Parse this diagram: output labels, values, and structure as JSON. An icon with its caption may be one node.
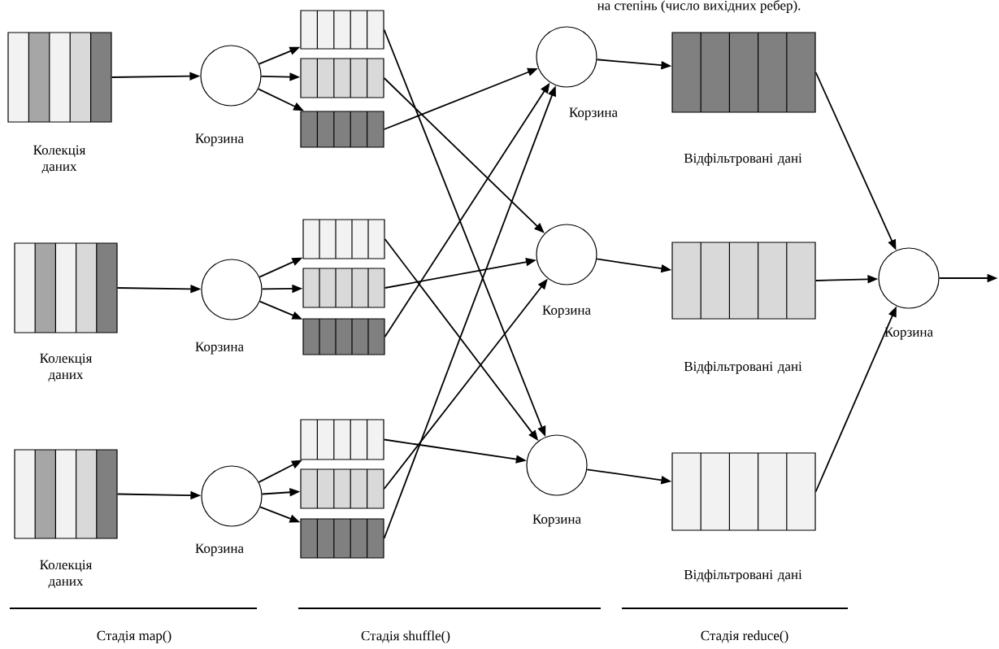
{
  "diagram": {
    "nodes": [
      {
        "text": [
          "Колекція даних"
        ]
      },
      {
        "text": [
          "Колекція даних"
        ]
      },
      {
        "text": [
          "Колекція даних"
        ]
      },
      {
        "text": [
          "Корзина"
        ]
      },
      {
        "text": [
          "Корзина"
        ]
      },
      {
        "text": [
          "Корзина"
        ]
      },
      {
        "text": [],
        "shape": "box"
      },
      {
        "text": [],
        "shape": "box"
      },
      {
        "text": [],
        "shape": "box"
      },
      {
        "text": [],
        "shape": "box"
      },
      {
        "text": [],
        "shape": "box"
      },
      {
        "text": [],
        "shape": "box"
      },
      {
        "text": [],
        "shape": "box"
      },
      {
        "text": [],
        "shape": "box"
      },
      {
        "text": [],
        "shape": "box"
      },
      {
        "text": [
          "Корзина"
        ]
      },
      {
        "text": [
          "Корзина"
        ]
      },
      {
        "text": [
          "Корзина"
        ]
      },
      {
        "text": [
          "Відфільтровані дані"
        ]
      },
      {
        "text": [
          "Відфільтровані дані"
        ]
      },
      {
        "text": [
          "Відфільтровані дані"
        ]
      },
      {
        "text": [
          "Корзина"
        ]
      }
    ],
    "edges": [
      {
        "from": 0,
        "to": 3,
        "arrow": "to"
      },
      {
        "from": 1,
        "to": 4,
        "arrow": "to"
      },
      {
        "from": 2,
        "to": 5,
        "arrow": "to"
      },
      {
        "from": 3,
        "to": 6,
        "arrow": "to"
      },
      {
        "from": 3,
        "to": 7,
        "arrow": "to"
      },
      {
        "from": 3,
        "to": 8,
        "arrow": "to"
      },
      {
        "from": 4,
        "to": 9,
        "arrow": "to"
      },
      {
        "from": 4,
        "to": 10,
        "arrow": "to"
      },
      {
        "from": 4,
        "to": 11,
        "arrow": "to"
      },
      {
        "from": 5,
        "to": 12,
        "arrow": "to"
      },
      {
        "from": 5,
        "to": 13,
        "arrow": "to"
      },
      {
        "from": 5,
        "to": 14,
        "arrow": "to"
      },
      {
        "from": 6,
        "to": 17,
        "arrow": "to"
      },
      {
        "from": 7,
        "to": 16,
        "arrow": "to"
      },
      {
        "from": 8,
        "to": 15,
        "arrow": "to"
      },
      {
        "from": 9,
        "to": 17,
        "arrow": "to"
      },
      {
        "from": 10,
        "to": 16,
        "arrow": "to"
      },
      {
        "from": 11,
        "to": 15,
        "arrow": "to"
      },
      {
        "from": 12,
        "to": 17,
        "arrow": "to"
      },
      {
        "from": 13,
        "to": 16,
        "arrow": "to"
      },
      {
        "from": 14,
        "to": 15,
        "arrow": "to"
      },
      {
        "from": 15,
        "to": 18,
        "arrow": "to"
      },
      {
        "from": 16,
        "to": 19,
        "arrow": "to"
      },
      {
        "from": 17,
        "to": 20,
        "arrow": "to"
      },
      {
        "from": 18,
        "to": 21,
        "arrow": "to"
      },
      {
        "from": 19,
        "to": 21,
        "arrow": "to"
      },
      {
        "from": 20,
        "to": 21,
        "arrow": "to"
      },
      {
        "from": 21,
        "to": null,
        "arrow": "to"
      }
    ],
    "labels": [
      "на степінь (число вихідних ребер).",
      "Стадія map()",
      "Стадія shuffle()",
      "Стадія reduce()"
    ]
  }
}
